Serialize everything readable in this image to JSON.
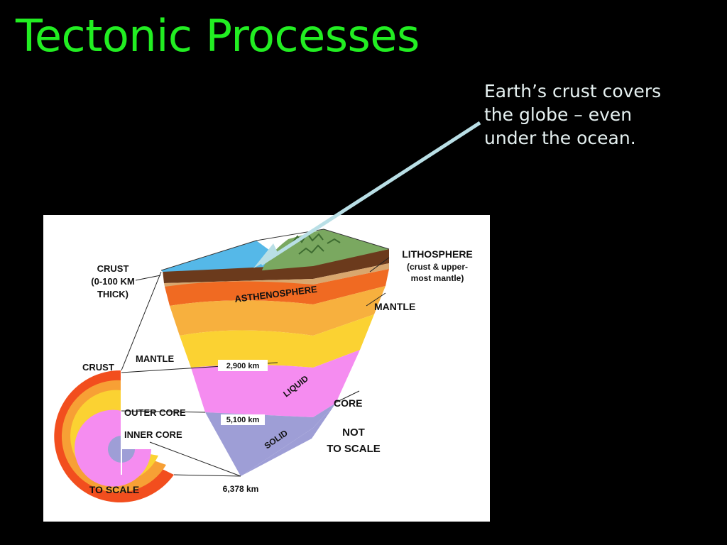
{
  "slide": {
    "title": "Tectonic Processes",
    "caption_lines": [
      "Earth’s crust covers",
      "the globe – even",
      "under the ocean."
    ],
    "colors": {
      "title": "#22ee22",
      "background": "#000000",
      "caption_text": "#e6f1f1",
      "arrow": "#b9dfe6"
    }
  },
  "diagram": {
    "labels": {
      "crust_left_line1": "CRUST",
      "crust_left_line2": "(0-100 KM",
      "crust_left_line3": "THICK)",
      "lithosphere_line1": "LITHOSPHERE",
      "lithosphere_line2": "(crust & upper-",
      "lithosphere_line3": "most mantle)",
      "mantle_right": "MANTLE",
      "asthenosphere": "ASTHENOSPHERE",
      "crust_small": "CRUST",
      "mantle_small": "MANTLE",
      "depth_2900": "2,900 km",
      "liquid": "LIQUID",
      "outer_core": "OUTER CORE",
      "depth_5100": "5,100 km",
      "core": "CORE",
      "inner_core": "INNER CORE",
      "solid": "SOLID",
      "not_scale_line1": "NOT",
      "not_scale_line2": "TO SCALE",
      "to_scale": "TO SCALE",
      "depth_6378": "6,378 km"
    },
    "colors": {
      "ocean": "#55b8e8",
      "land": "#7aa860",
      "crust_brown": "#6b3a1c",
      "tan": "#d9a76e",
      "asthenosphere": "#f06a22",
      "mantle_orange": "#f7b03e",
      "mantle_yellow": "#fbd232",
      "outer_core": "#f58cf0",
      "inner_core": "#9e9ed6"
    }
  }
}
